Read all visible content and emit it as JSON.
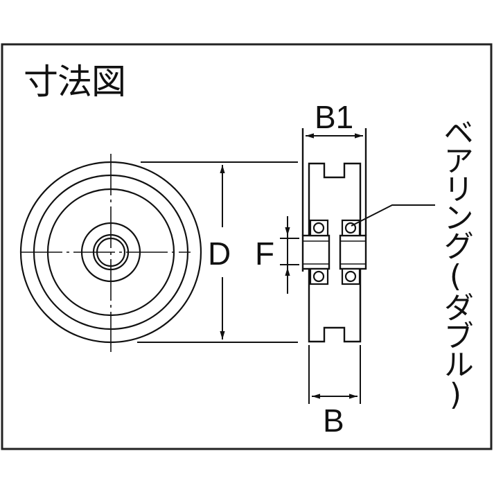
{
  "title": "寸法図",
  "labels": {
    "d": "D",
    "f": "F",
    "b1": "B1",
    "b": "B",
    "bearing": "ベアリング(ダブル)"
  },
  "views": {
    "front": "front-view-wheel",
    "side": "side-section-view"
  },
  "colors": {
    "line": "#111111",
    "background": "#ffffff",
    "frame": "#222222"
  }
}
